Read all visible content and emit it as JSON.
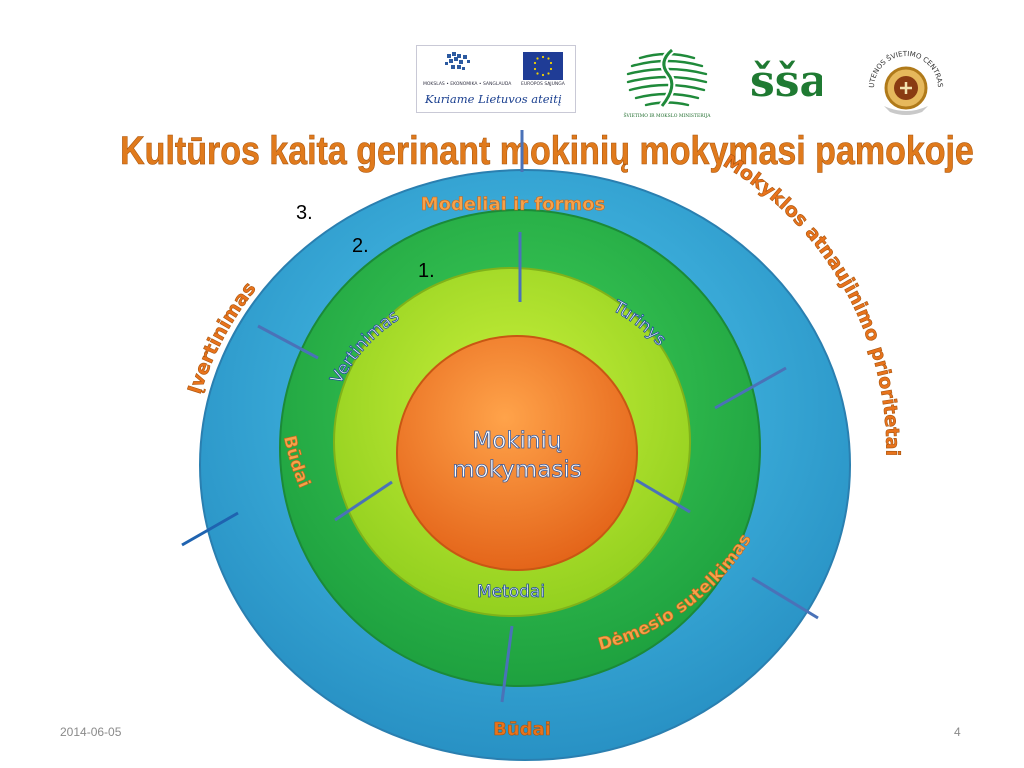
{
  "title": "Kultūros kaita gerinant mokinių mokymasi pamokoje",
  "logos": {
    "esf_caption": "Kuriame Lietuvos ateitį",
    "esf_small_left": "MOKSLAS • EKONOMIKA • SANGLAUDA",
    "esf_small_right": "EUROPOS SĄJUNGA",
    "ministry_caption": "ŠVIETIMO IR MOKSLO MINISTERIJA",
    "ssa_mark": "šša",
    "usc_ring_text": "UTENOS ŠVIETIMO CENTRAS"
  },
  "diagram": {
    "center_line1": "Mokinių",
    "center_line2": "mokymasis",
    "ring1_number": "1.",
    "ring2_number": "2.",
    "ring3_number": "3.",
    "ring1": {
      "left": "Vertinimas",
      "right": "Turinys",
      "bottom": "Metodai"
    },
    "ring2": {
      "left": "Būdai",
      "bottom_right": "Dėmesio sutelkimas"
    },
    "ring3": {
      "top": "Modeliai ir formos",
      "bottom": "Būdai"
    },
    "outer": {
      "left": "Įvertinimas",
      "right": "Mokyklos atnaujinimo prioritetai"
    }
  },
  "footer": {
    "date": "2014-06-05",
    "page": "4"
  },
  "colors": {
    "title": "#e07a1c",
    "ring3": "#2eaad8",
    "ring2": "#22b34a",
    "ring1": "#a6df2a",
    "center": "#f37a1f",
    "divider": "#4a72b8",
    "orange_label": "#e8731c",
    "blue_label": "#1f4e9a"
  }
}
